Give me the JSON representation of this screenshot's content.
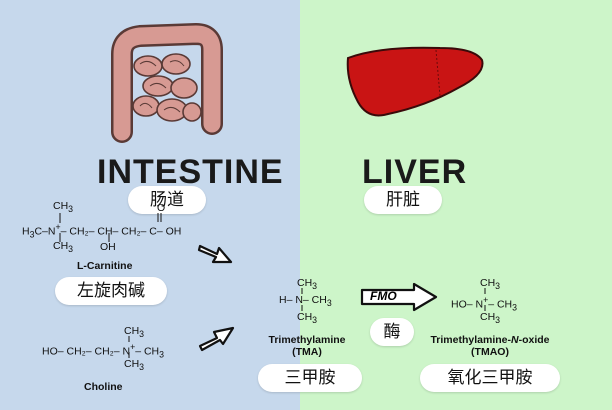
{
  "left": {
    "title": "INTESTINE",
    "title_cn": "肠道",
    "carnitine": {
      "r1": "CH",
      "r1s": "3",
      "r2a": "H",
      "r2b": "3",
      "r2c": "C–N",
      "r2d": "+",
      "r2e": "– CH₂– CH– CH₂– C– OH",
      "r3": "CH",
      "r3s": "3",
      "oh": "OH",
      "o": "O",
      "name": "L-Carnitine",
      "name_cn": "左旋肉碱"
    },
    "choline": {
      "r1": "CH",
      "r1s": "3",
      "r2": "HO– CH₂– CH₂– N",
      "r2p": "+",
      "r2e": "– CH",
      "r2s": "3",
      "r3": "CH",
      "r3s": "3",
      "name": "Choline"
    }
  },
  "right": {
    "title": "LIVER",
    "title_cn": "肝脏",
    "tma": {
      "r1": "CH",
      "r1s": "3",
      "r2": "H– N– CH",
      "r2s": "3",
      "r3": "CH",
      "r3s": "3",
      "name1": "Trimethylamine",
      "name2": "(TMA)",
      "name_cn": "三甲胺"
    },
    "enzyme": "FMO",
    "enzyme_cn": "酶",
    "tmao": {
      "r1": "CH",
      "r1s": "3",
      "r2": "HO– N",
      "r2p": "+",
      "r2e": "– CH",
      "r2s": "3",
      "r3": "CH",
      "r3s": "3",
      "name1": "Trimethylamine-",
      "name1i": "N",
      "name1e": "-oxide",
      "name2": "(TMAO)",
      "name_cn": "氧化三甲胺"
    }
  },
  "colors": {
    "intestine_bg": "#c6d8ec",
    "liver_bg": "#cdf5c9",
    "intestine_fill": "#d79a93",
    "liver_fill": "#c91414"
  },
  "icons": [
    "intestine-icon",
    "liver-icon",
    "arrow-icon",
    "fmo-arrow-icon"
  ]
}
